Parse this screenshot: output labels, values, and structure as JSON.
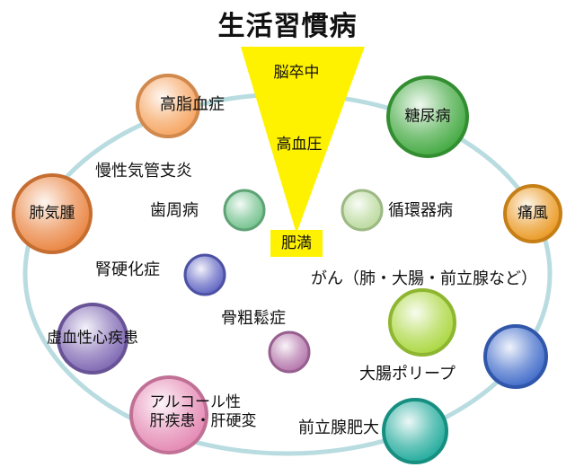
{
  "title": "生活習慣病",
  "triangle": {
    "items": [
      "脳卒中",
      "高血圧"
    ],
    "base_label": "肥満",
    "color": "#fff200"
  },
  "circles": {
    "hyperlipidemia": {
      "label": "高脂血症",
      "color": "#f6a15a"
    },
    "diabetes": {
      "label": "糖尿病",
      "color": "#3ca63a"
    },
    "emphysema": {
      "label": "肺気腫",
      "color": "#e9803a"
    },
    "gout": {
      "label": "痛風",
      "color": "#e9951a"
    },
    "periodontal": {
      "label": "歯周病",
      "color": "#6fc08a"
    },
    "cardiovascular": {
      "label": "循環器病",
      "color": "#b8d89a"
    },
    "nephrosclerosis": {
      "label": "腎硬化症",
      "color": "#5a5fc0"
    },
    "cancer": {
      "label": "がん（肺・大腸・前立腺など）",
      "color": "#a8d63a"
    },
    "osteoporosis": {
      "label": "骨粗鬆症",
      "color": "#b070a8"
    },
    "ischemic_heart": {
      "label": "虚血性心疾患",
      "color": "#7a62b0"
    },
    "polyp": {
      "label": "大腸ポリープ",
      "color": "#3a66c8"
    },
    "alcohol_liver": {
      "label": "アルコール性\n肝疾患・肝硬変",
      "color": "#e384b0"
    },
    "prostate": {
      "label": "前立腺肥大",
      "color": "#1aa898"
    }
  },
  "labels": {
    "bronchitis": "慢性気管支炎"
  }
}
